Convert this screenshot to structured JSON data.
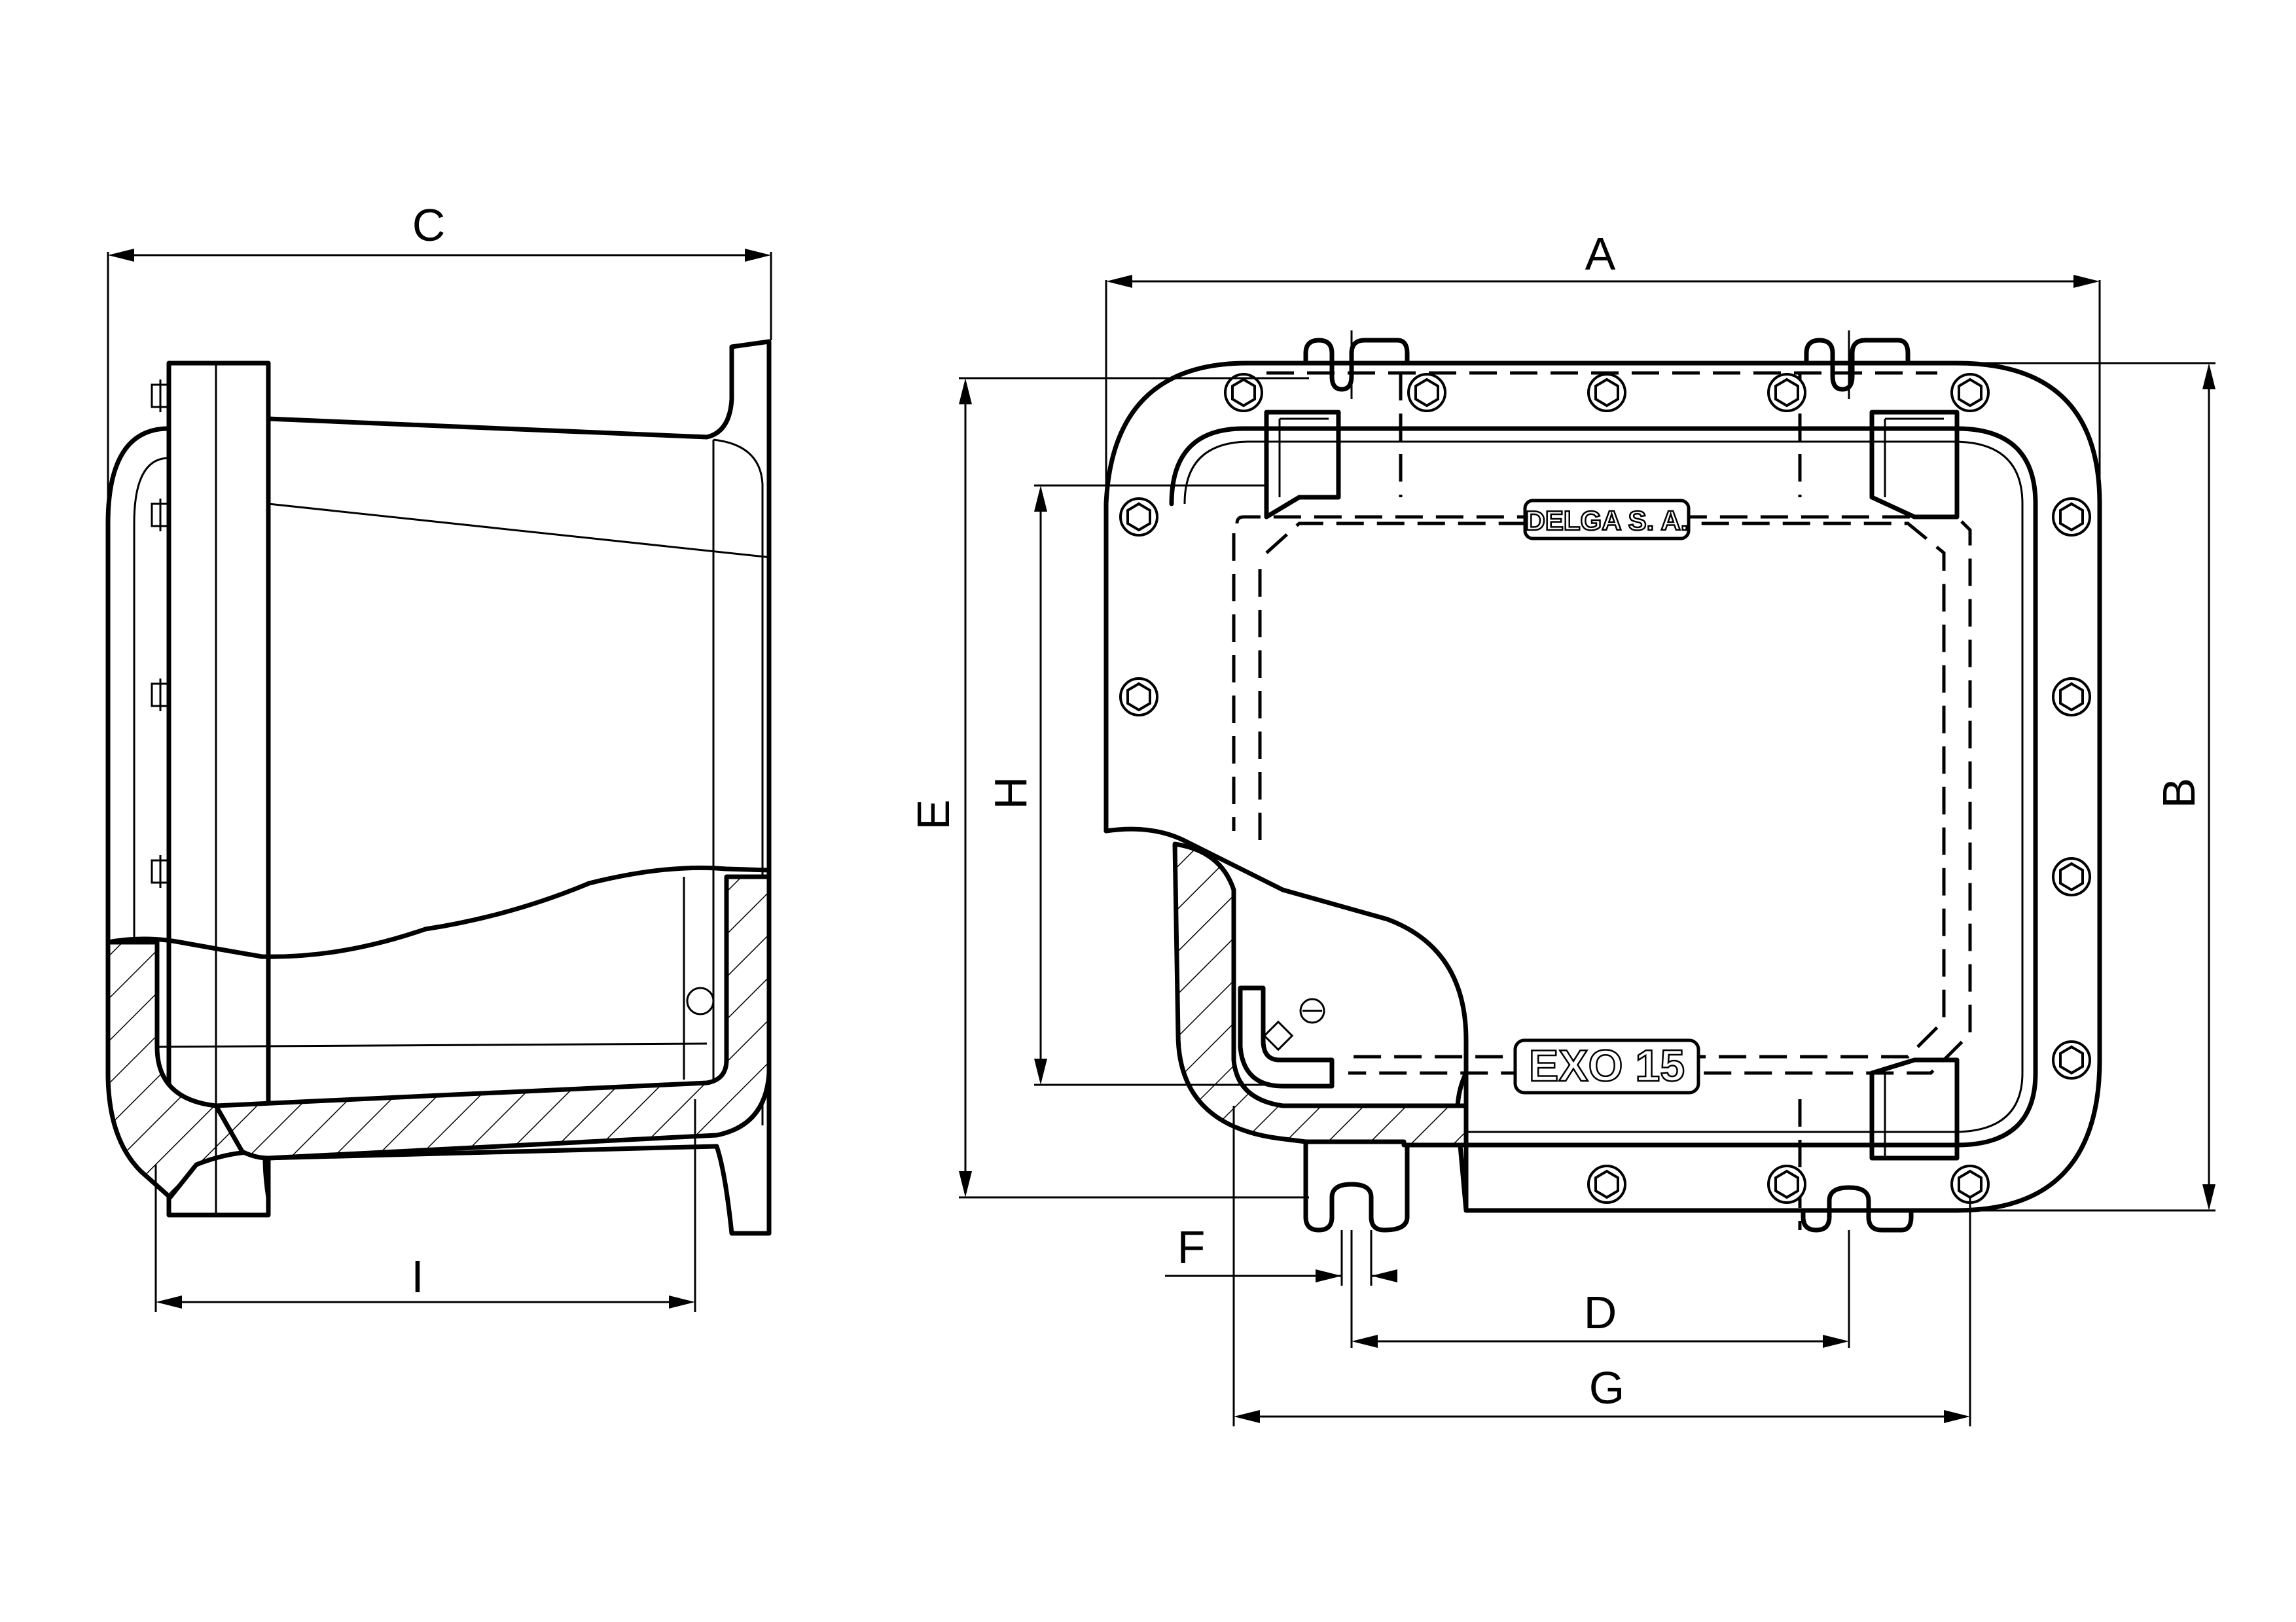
{
  "dimensions": {
    "A": "A",
    "B": "B",
    "C": "C",
    "D": "D",
    "E": "E",
    "F": "F",
    "G": "G",
    "H": "H",
    "I": "I"
  },
  "nameplate": {
    "maker": "DELGA S. A.",
    "model": "EXO 15"
  }
}
